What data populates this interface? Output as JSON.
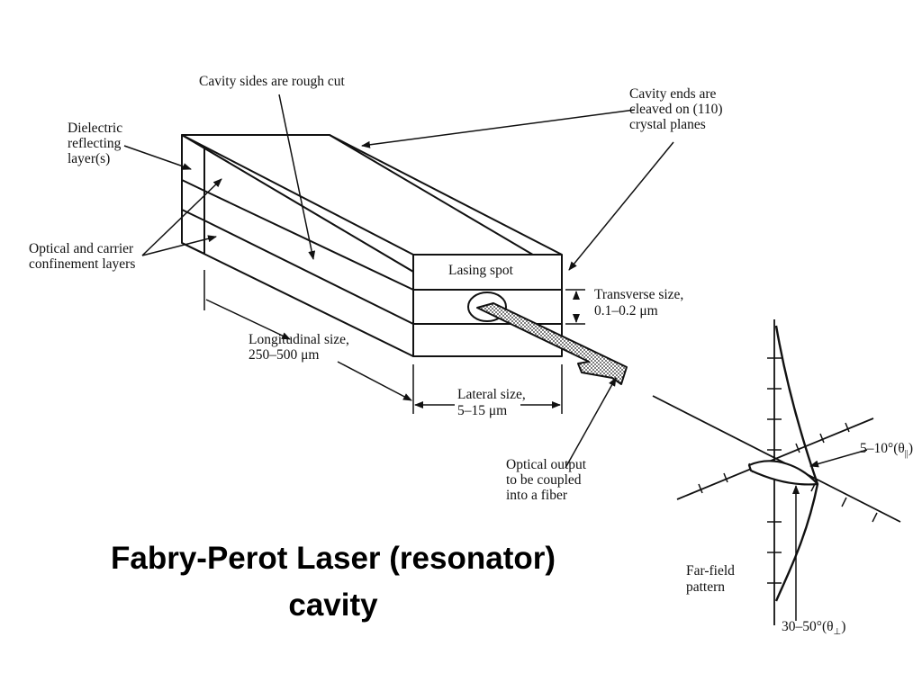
{
  "slide": {
    "title_line1": "Fabry-Perot Laser (resonator)",
    "title_line2": "cavity"
  },
  "labels": {
    "cavity_sides": "Cavity sides are rough cut",
    "dielectric_1": "Dielectric",
    "dielectric_2": "reflecting",
    "dielectric_3": "layer(s)",
    "cavity_ends_1": "Cavity ends are",
    "cavity_ends_2": "cleaved on (110)",
    "cavity_ends_3": "crystal planes",
    "confinement_1": "Optical and carrier",
    "confinement_2": "confinement layers",
    "lasing_spot": "Lasing spot",
    "transverse_1": "Transverse size,",
    "transverse_2": "0.1–0.2 μm",
    "longitudinal_1": "Longitudinal size,",
    "longitudinal_2": "250–500 μm",
    "lateral_1": "Lateral size,",
    "lateral_2": "5–15 μm",
    "output_1": "Optical output",
    "output_2": "to be coupled",
    "output_3": "into a fiber",
    "parallel_angle": "5–10°(θ",
    "parallel_sub": "||",
    "farfield_1": "Far-field",
    "farfield_2": "pattern",
    "perp_angle": "30–50°(θ",
    "perp_sub": "⊥"
  },
  "colors": {
    "ink": "#111111",
    "background": "#ffffff"
  }
}
